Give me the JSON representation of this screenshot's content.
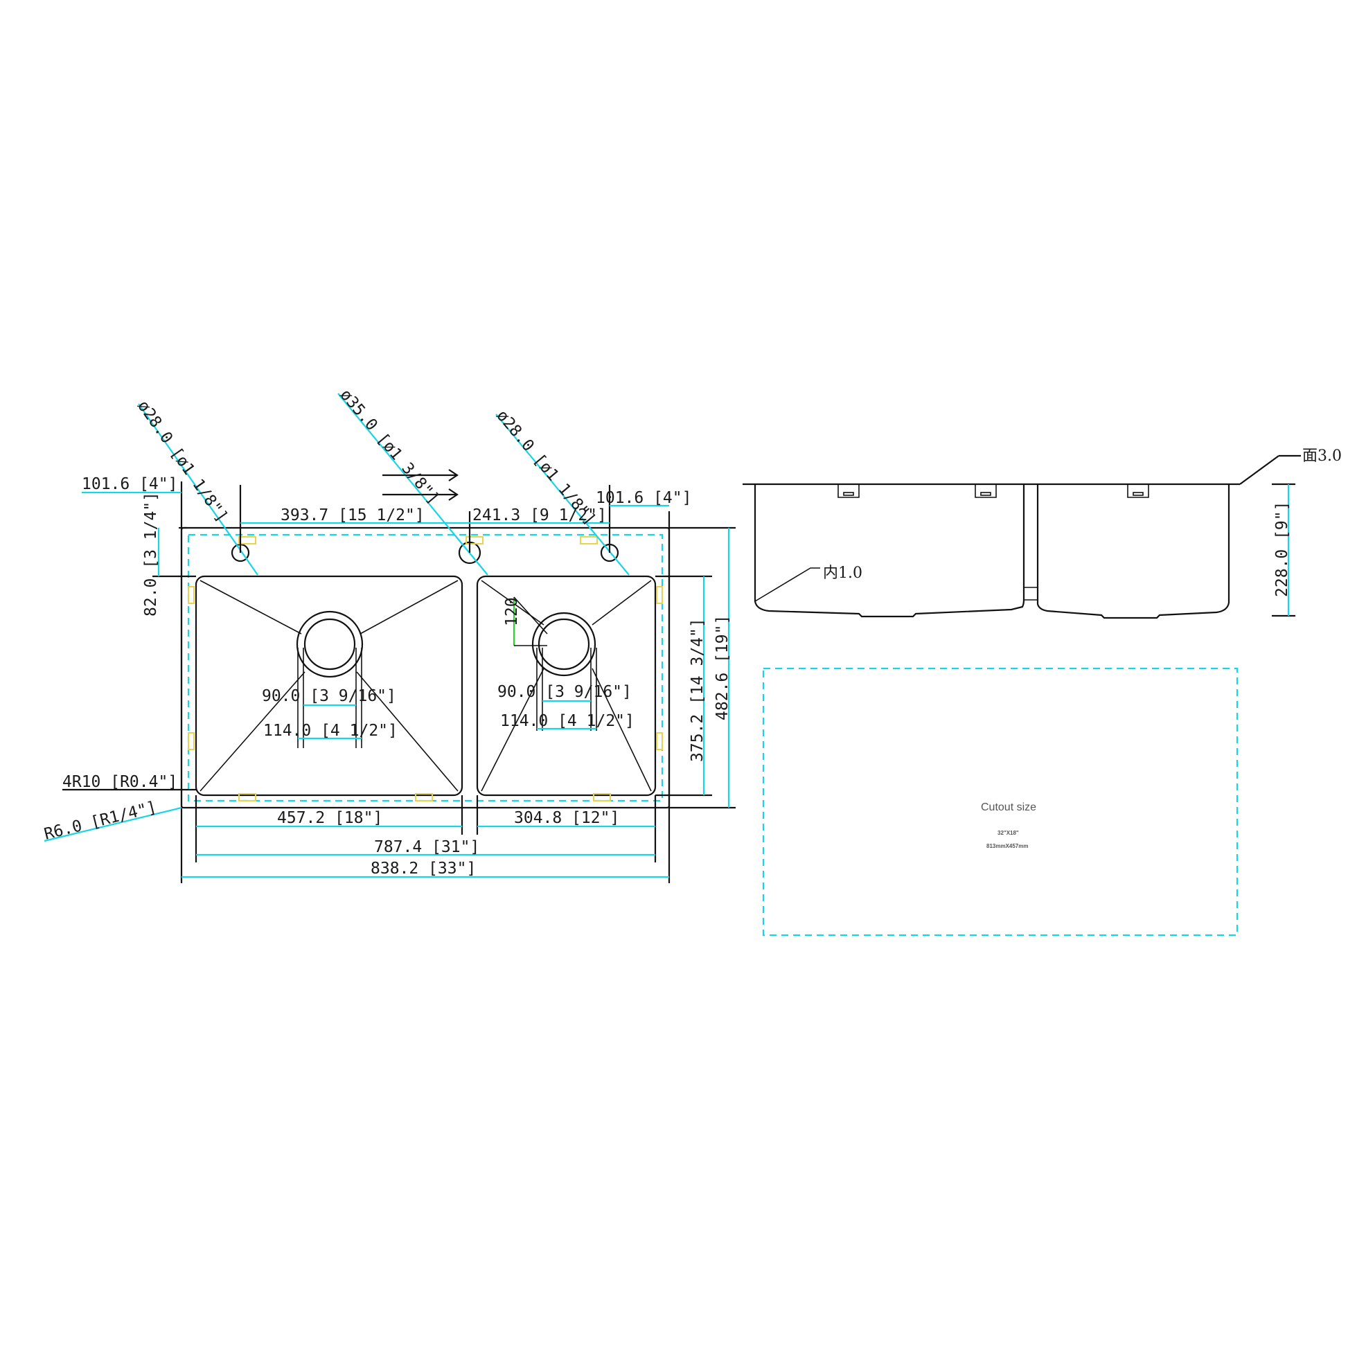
{
  "top_view": {
    "hole_left_dia": "ø28.0 [ø1 1/8\"]",
    "hole_center_dia": "ø35.0 [ø1 3/8\"]",
    "hole_right_dia": "ø28.0 [ø1 1/8\"]",
    "left_edge_offset": "101.6 [4\"]",
    "right_edge_offset": "101.6 [4\"]",
    "hole_spacing_left": "393.7 [15 1/2\"]",
    "hole_spacing_right": "241.3 [9 1/2\"]",
    "top_margin": "82.0 [3 1/4\"]",
    "left_bowl_drain": "90.0 [3 9/16\"]",
    "left_bowl_drain_outer": "114.0 [4 1/2\"]",
    "right_bowl_drain": "90.0 [3 9/16\"]",
    "right_bowl_drain_outer": "114.0 [4 1/2\"]",
    "drain_offset": "120",
    "inner_radius": "4R10 [R0.4\"]",
    "outer_radius": "R6.0 [R1/4\"]",
    "bowl_depth_dim": "375.2 [14 3/4\"]",
    "overall_depth": "482.6 [19\"]",
    "left_bowl_width": "457.2 [18\"]",
    "right_bowl_width": "304.8 [12\"]",
    "inner_total_width": "787.4 [31\"]",
    "overall_width": "838.2 [33\"]"
  },
  "side_view": {
    "top_thickness": "面3.0",
    "inner_thickness": "内1.0",
    "depth": "228.0 [9\"]"
  },
  "cutout": {
    "title": "Cutout size",
    "size_in": "32\"X18\"",
    "size_mm": "813mmX457mm"
  }
}
